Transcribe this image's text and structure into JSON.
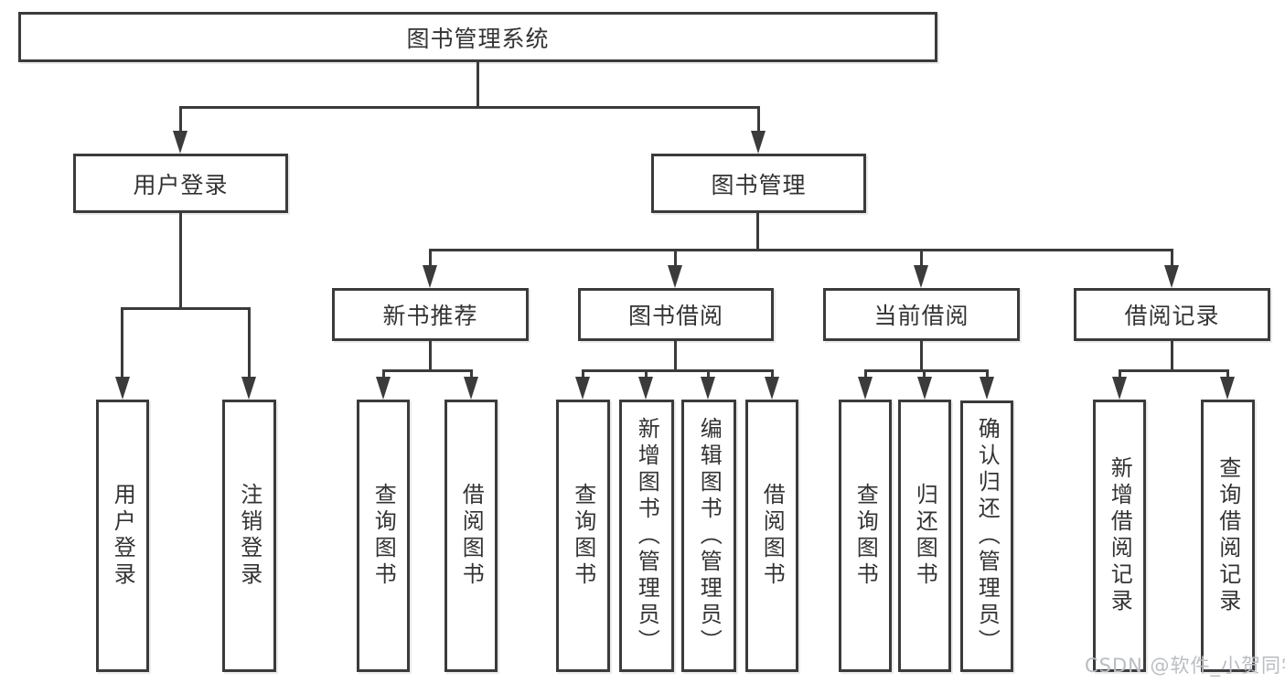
{
  "diagram": {
    "root": {
      "label": "图书管理系统"
    },
    "level2": [
      {
        "label": "用户登录"
      },
      {
        "label": "图书管理"
      }
    ],
    "level3": [
      {
        "label": "新书推荐"
      },
      {
        "label": "图书借阅"
      },
      {
        "label": "当前借阅"
      },
      {
        "label": "借阅记录"
      }
    ],
    "leaves": {
      "user_login": [
        "用户登录",
        "注销登录"
      ],
      "new_book": [
        "查询图书",
        "借阅图书"
      ],
      "book_borrow": [
        "查询图书",
        "新增图书（管理员）",
        "编辑图书（管理员）",
        "借阅图书"
      ],
      "current_borrow": [
        "查询图书",
        "归还图书",
        "确认归还（管理员）"
      ],
      "borrow_record": [
        "新增借阅记录",
        "查询借阅记录"
      ]
    }
  },
  "watermark": {
    "text": "CSDN @软件_小贺同学"
  },
  "colors": {
    "line": "#3b3b3b",
    "box_border": "#3b3b3b",
    "box_bg": "#ffffff",
    "text": "#333333",
    "watermark": "#b9bdc1"
  }
}
